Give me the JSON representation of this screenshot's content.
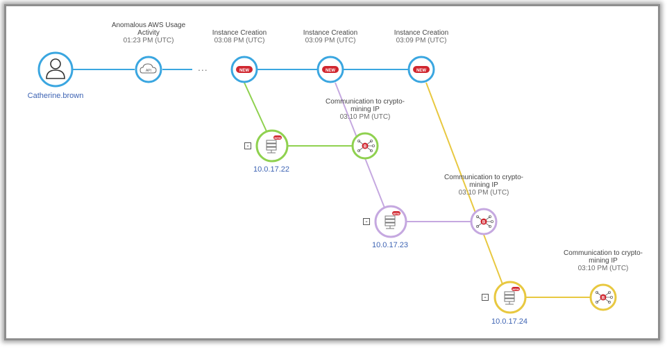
{
  "user": {
    "name": "Catherine.brown"
  },
  "api_event": {
    "title_line1": "Anomalous AWS Usage",
    "title_line2": "Activity",
    "time": "01:23 PM (UTC)",
    "badge": "API"
  },
  "ellipsis": "...",
  "instances": [
    {
      "title": "Instance Creation",
      "time": "03:08 PM (UTC)",
      "badge": "NEW"
    },
    {
      "title": "Instance Creation",
      "time": "03:09 PM (UTC)",
      "badge": "NEW"
    },
    {
      "title": "Instance Creation",
      "time": "03:09 PM (UTC)",
      "badge": "NEW"
    }
  ],
  "hosts": [
    {
      "ip": "10.0.17.22",
      "badge": "NEW",
      "collapse": "-",
      "color": "#8fd14f"
    },
    {
      "ip": "10.0.17.23",
      "badge": "NEW",
      "collapse": "-",
      "color": "#c5a8e0"
    },
    {
      "ip": "10.0.17.24",
      "badge": "NEW",
      "collapse": "-",
      "color": "#e8c840"
    }
  ],
  "crypto": [
    {
      "title_line1": "Communication to crypto-",
      "title_line2": "mining IP",
      "time": "03:10 PM (UTC)"
    },
    {
      "title_line1": "Communication to crypto-",
      "title_line2": "mining IP",
      "time": "03:10 PM (UTC)"
    },
    {
      "title_line1": "Communication to crypto-",
      "title_line2": "mining IP",
      "time": "03:10 PM (UTC)"
    }
  ],
  "colors": {
    "blue": "#3aa6e0",
    "green": "#8fd14f",
    "purple": "#c5a8e0",
    "yellow": "#e8c840",
    "badge_red": "#d0262f"
  }
}
